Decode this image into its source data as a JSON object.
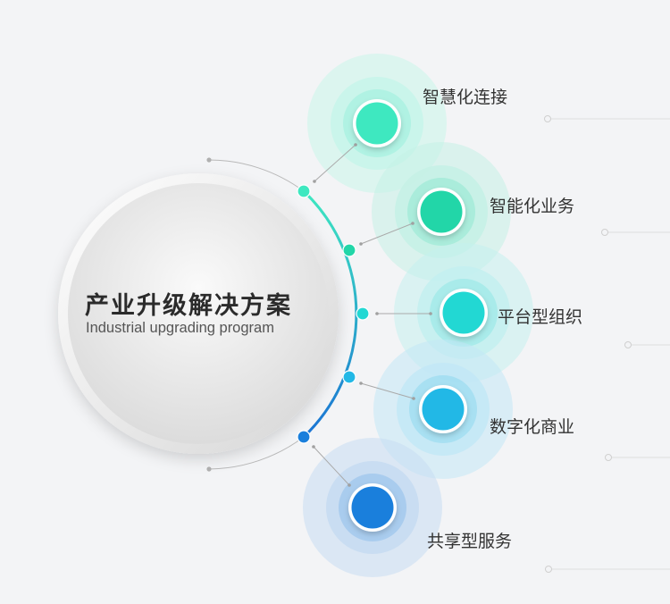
{
  "center": {
    "title": "产业升级解决方案",
    "subtitle": "Industrial upgrading program"
  },
  "items": [
    {
      "label": "智慧化连接",
      "color": "#3ee8c0",
      "halo": "#c8f5ea"
    },
    {
      "label": "智能化业务",
      "color": "#22d6a8",
      "halo": "#c5f1e6"
    },
    {
      "label": "平台型组织",
      "color": "#22d8d3",
      "halo": "#c4f0ef"
    },
    {
      "label": "数字化商业",
      "color": "#22b8e6",
      "halo": "#c3e8f6"
    },
    {
      "label": "共享型服务",
      "color": "#1a7fdc",
      "halo": "#c7dcf2"
    }
  ],
  "arc": {
    "start_color": "#3ee8c0",
    "end_color": "#1a73d4"
  }
}
